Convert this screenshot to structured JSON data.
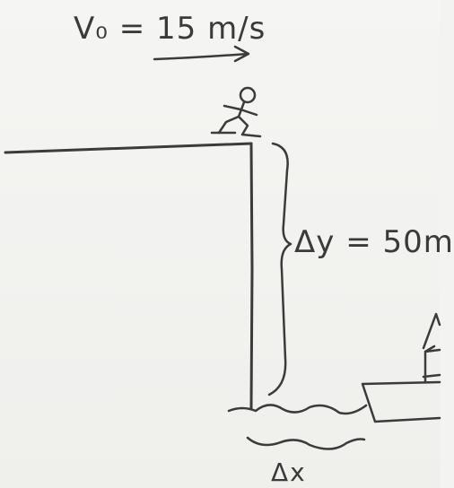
{
  "labels": {
    "initial_velocity": "V₀ = 15 m/s",
    "vertical_displacement": "Δy = 50m",
    "horizontal_displacement": "Δx"
  },
  "colors": {
    "ink": "#3b3b3b",
    "paper": "#f3f3f1"
  }
}
